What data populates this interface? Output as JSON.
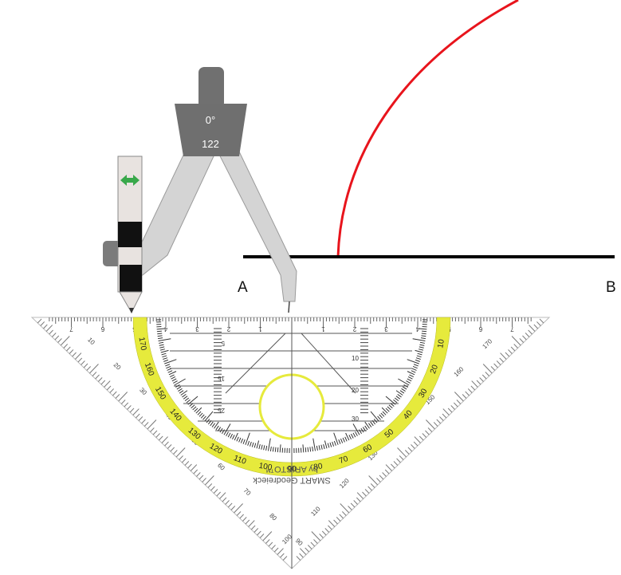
{
  "points": {
    "a_label": "A",
    "b_label": "B"
  },
  "compass": {
    "angle_label": "0°",
    "radius_label": "122",
    "resize_icon": "double-arrow-icon"
  },
  "triangle": {
    "brand_line1": "SMART Geodreieck",
    "brand_line2": "by ARISTO™",
    "cm_labels": [
      "7",
      "6",
      "5",
      "4",
      "3",
      "2",
      "1",
      "1",
      "2",
      "3",
      "4",
      "5",
      "6",
      "7"
    ],
    "mm_labels": [
      "5",
      "10",
      "15",
      "20",
      "25",
      "30"
    ],
    "protractor_labels": [
      "10",
      "20",
      "30",
      "40",
      "50",
      "60",
      "70",
      "80",
      "90",
      "100",
      "110",
      "120",
      "130",
      "140",
      "150",
      "160",
      "170"
    ],
    "edge_labels_left": [
      "10",
      "20",
      "30",
      "40",
      "50",
      "60",
      "70",
      "80",
      "90"
    ],
    "edge_labels_right": [
      "170",
      "160",
      "150",
      "140",
      "130",
      "120",
      "110",
      "100"
    ]
  },
  "colors": {
    "arc": "#e8141c",
    "segment": "#000000",
    "protractor_band": "#e6ea3c",
    "compass_body": "#6f6f6f",
    "compass_leg": "#d0d0d0"
  }
}
